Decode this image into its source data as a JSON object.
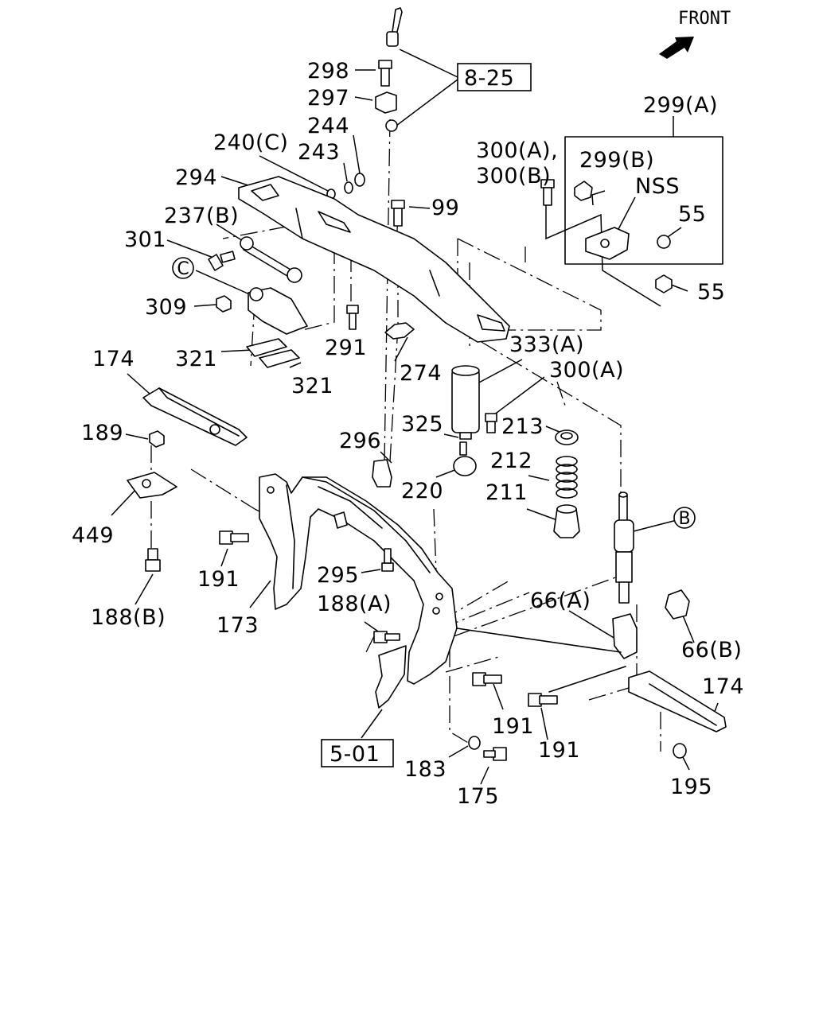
{
  "orientation": {
    "label": "FRONT"
  },
  "references": {
    "ref_8_25": "8-25",
    "ref_5_01": "5-01"
  },
  "circle_markers": {
    "c": "C",
    "b": "B"
  },
  "labels": {
    "l298": "298",
    "l297": "297",
    "l244": "244",
    "l243": "243",
    "l240c": "240(C)",
    "l294": "294",
    "l237b": "237(B)",
    "l301": "301",
    "l309": "309",
    "l321a": "321",
    "l321b": "321",
    "l291": "291",
    "l274": "274",
    "l99": "99",
    "l299a": "299(A)",
    "l300ab_1": "300(A),",
    "l300ab_2": "300(B)",
    "l299b": "299(B)",
    "nss": "NSS",
    "l55a": "55",
    "l55b": "55",
    "l333a": "333(A)",
    "l300a": "300(A)",
    "l213": "213",
    "l212": "212",
    "l211": "211",
    "l325": "325",
    "l220": "220",
    "l296": "296",
    "l174a": "174",
    "l189": "189",
    "l449": "449",
    "l188b": "188(B)",
    "l191a": "191",
    "l173": "173",
    "l295": "295",
    "l188a": "188(A)",
    "l66a": "66(A)",
    "l66b": "66(B)",
    "l174b": "174",
    "l191b": "191",
    "l191c": "191",
    "l183": "183",
    "l175": "175",
    "l195": "195"
  },
  "colors": {
    "ink": "#000000",
    "paper": "#ffffff"
  }
}
